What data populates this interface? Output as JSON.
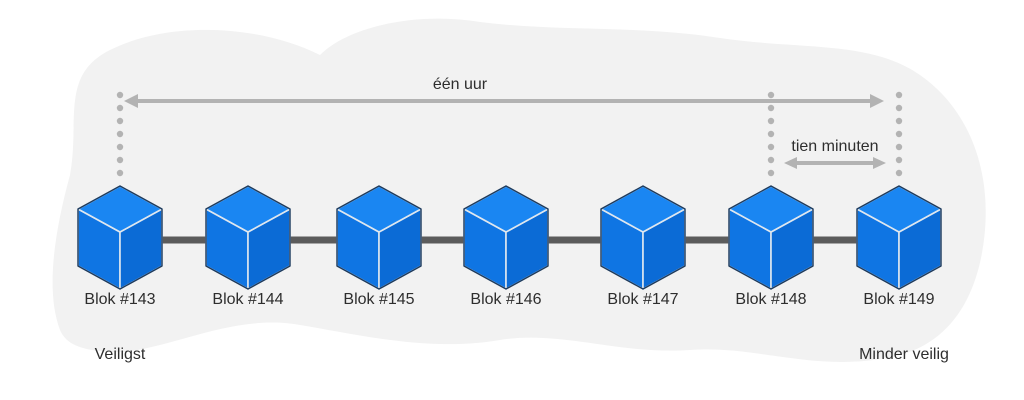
{
  "diagram": {
    "range_long_label": "één uur",
    "range_short_label": "tien minuten",
    "left_label": "Veiligst",
    "right_label": "Minder veilig",
    "blocks": [
      {
        "label": "Blok #143"
      },
      {
        "label": "Blok #144"
      },
      {
        "label": "Blok #145"
      },
      {
        "label": "Blok #146"
      },
      {
        "label": "Blok #147"
      },
      {
        "label": "Blok #148"
      },
      {
        "label": "Blok #149"
      }
    ],
    "colors": {
      "cube_blue": "#0f75e3",
      "chain_gray": "#5c5c5c",
      "arrow_gray": "#b3b3b3",
      "cloud_gray": "#f2f2f2"
    }
  }
}
